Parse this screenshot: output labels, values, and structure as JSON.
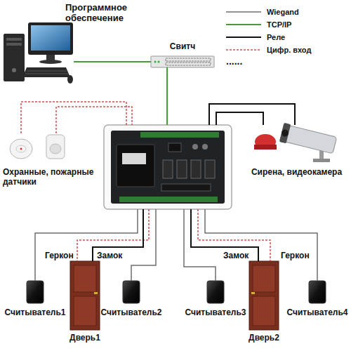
{
  "diagram": {
    "nodes": [
      {
        "text": [
          "Программное обеспечение"
        ]
      },
      {
        "text": [
          "Свитч"
        ]
      },
      {
        "text": []
      },
      {
        "text": [
          "Охранные, пожарные датчики"
        ]
      },
      {
        "text": [
          "Сирена, видеокамера"
        ]
      },
      {
        "text": [
          "Считыватель1"
        ]
      },
      {
        "text": [
          "Дверь1"
        ]
      },
      {
        "text": [
          "Считыватель2"
        ]
      },
      {
        "text": [
          "Считыватель3"
        ]
      },
      {
        "text": [
          "Дверь2"
        ]
      },
      {
        "text": [
          "Считыватель4"
        ]
      }
    ],
    "edges": [
      {
        "from": 0,
        "to": 1,
        "arrow": "none"
      },
      {
        "from": 1,
        "to": 2,
        "arrow": "none"
      },
      {
        "from": 3,
        "to": 2,
        "arrow": "none"
      },
      {
        "from": 3,
        "to": 2,
        "arrow": "none"
      },
      {
        "from": 2,
        "to": 4,
        "arrow": "none"
      },
      {
        "from": 2,
        "to": 4,
        "arrow": "none"
      },
      {
        "from": 2,
        "to": 5,
        "arrow": "none"
      },
      {
        "from": 2,
        "to": 6,
        "arrow": "none"
      },
      {
        "from": 2,
        "to": 6,
        "arrow": "none"
      },
      {
        "from": 2,
        "to": 7,
        "arrow": "none"
      },
      {
        "from": 2,
        "to": 8,
        "arrow": "none"
      },
      {
        "from": 2,
        "to": 9,
        "arrow": "none"
      },
      {
        "from": 2,
        "to": 9,
        "arrow": "none"
      },
      {
        "from": 2,
        "to": 10,
        "arrow": "none"
      }
    ],
    "labels": [
      "......",
      "Геркон",
      "Замок",
      "Замок",
      "Геркон"
    ],
    "legend": [
      {
        "text": "Wiegand"
      },
      {
        "text": "TCP/IP"
      },
      {
        "text": "Реле"
      },
      {
        "text": "Цифр. вход"
      }
    ]
  }
}
